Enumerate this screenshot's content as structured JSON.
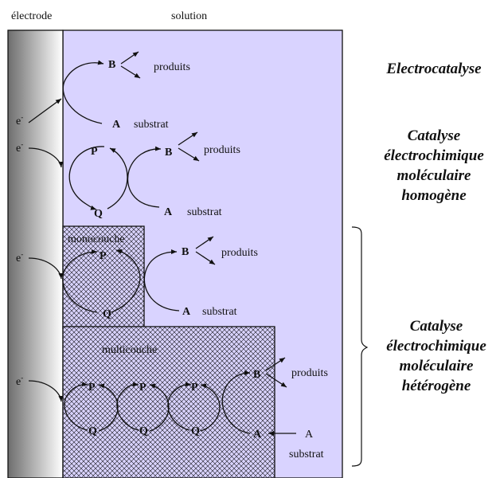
{
  "header": {
    "electrode": "électrode",
    "solution": "solution"
  },
  "colors": {
    "solution_fill": "#d9d3ff",
    "electrode_dark": "#6e6e6e",
    "electrode_light": "#ffffff",
    "outline": "#111111"
  },
  "side_titles": {
    "electrocatalyse": "Electrocatalyse",
    "homogene": [
      "Catalyse",
      "électrochimique",
      "moléculaire",
      "homogène"
    ],
    "heterogene": [
      "Catalyse",
      "électrochimique",
      "moléculaire",
      "hétérogène"
    ]
  },
  "labels": {
    "electron": "e",
    "electron_sup": "-",
    "B": "B",
    "A": "A",
    "P": "P",
    "Q": "Q",
    "produits": "produits",
    "substrat": "substrat",
    "monocouche": "monocouche",
    "multicouche": "multicouche"
  }
}
